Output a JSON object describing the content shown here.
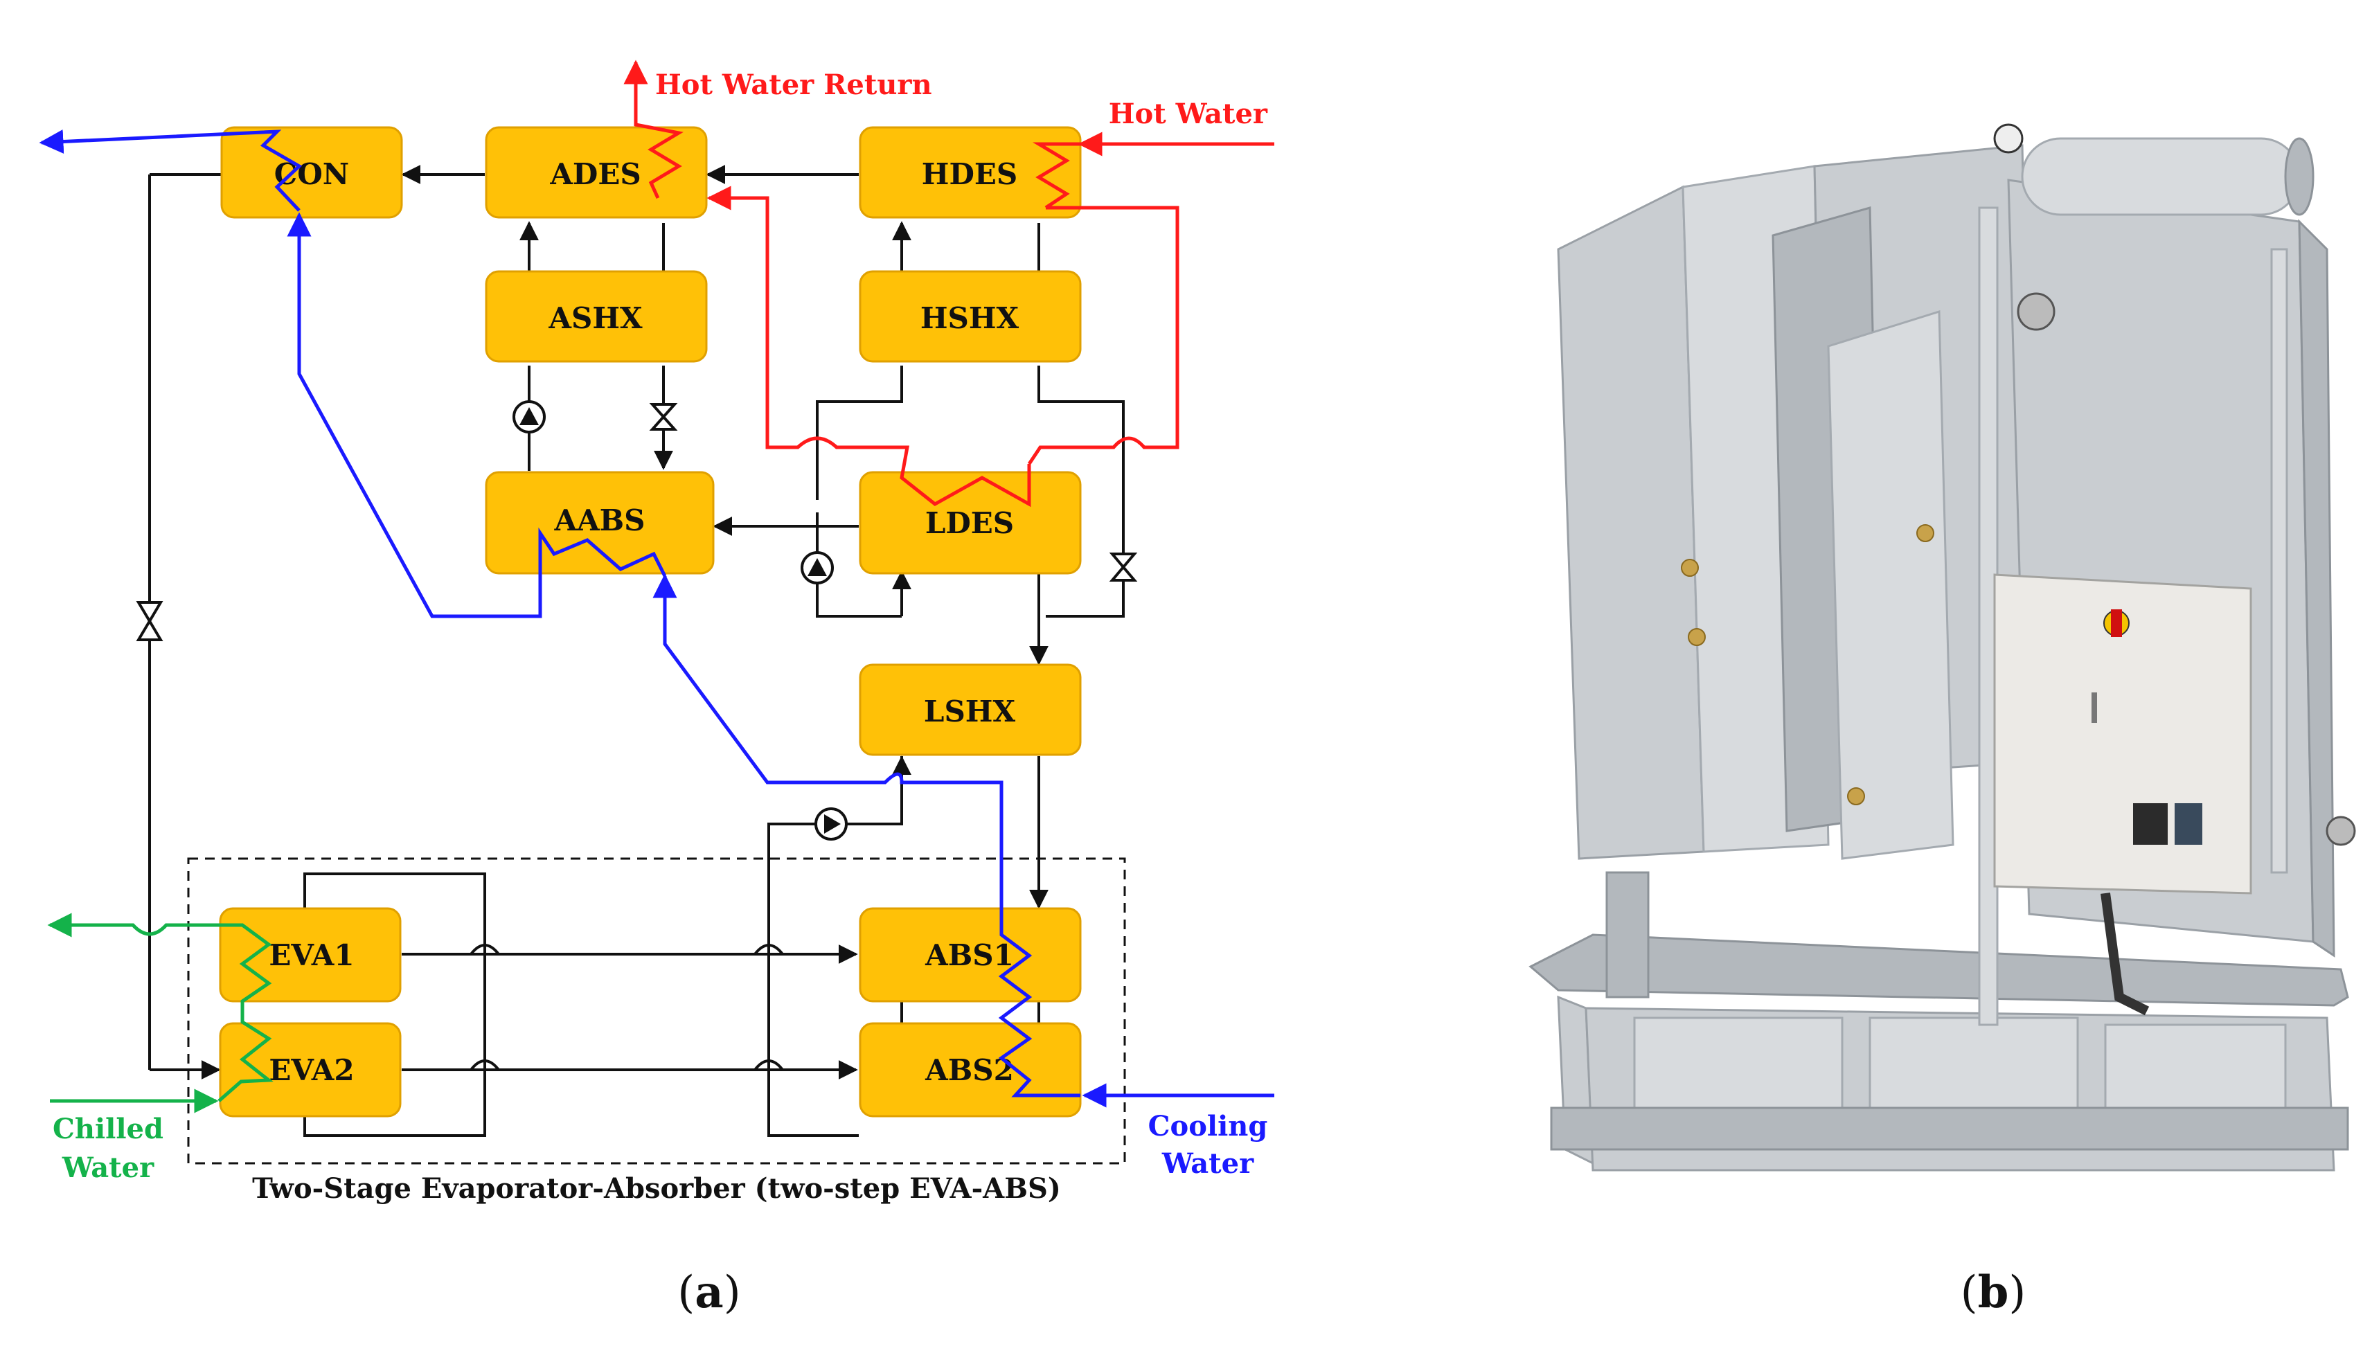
{
  "panel_a": {
    "caption": "a",
    "nodes": {
      "con": "CON",
      "ades": "ADES",
      "hdes": "HDES",
      "ashx": "ASHX",
      "hshx": "HSHX",
      "aabs": "AABS",
      "ldes": "LDES",
      "lshx": "LSHX",
      "eva1": "EVA1",
      "eva2": "EVA2",
      "abs1": "ABS1",
      "abs2": "ABS2"
    },
    "streams": {
      "hot_water_return": "Hot Water Return",
      "hot_water": "Hot Water",
      "chilled_water_1": "Chilled",
      "chilled_water_2": "Water",
      "cooling_water_1": "Cooling",
      "cooling_water_2": "Water"
    },
    "group_label": "Two-Stage Evaporator-Absorber (two-step EVA-ABS)",
    "colors": {
      "box": "#FFC107",
      "hot_water": "#ff1a1a",
      "cooling_water": "#1a1aff",
      "chilled_water": "#14b24a"
    }
  },
  "panel_b": {
    "caption": "b",
    "image": "absorption-chiller-photo"
  }
}
